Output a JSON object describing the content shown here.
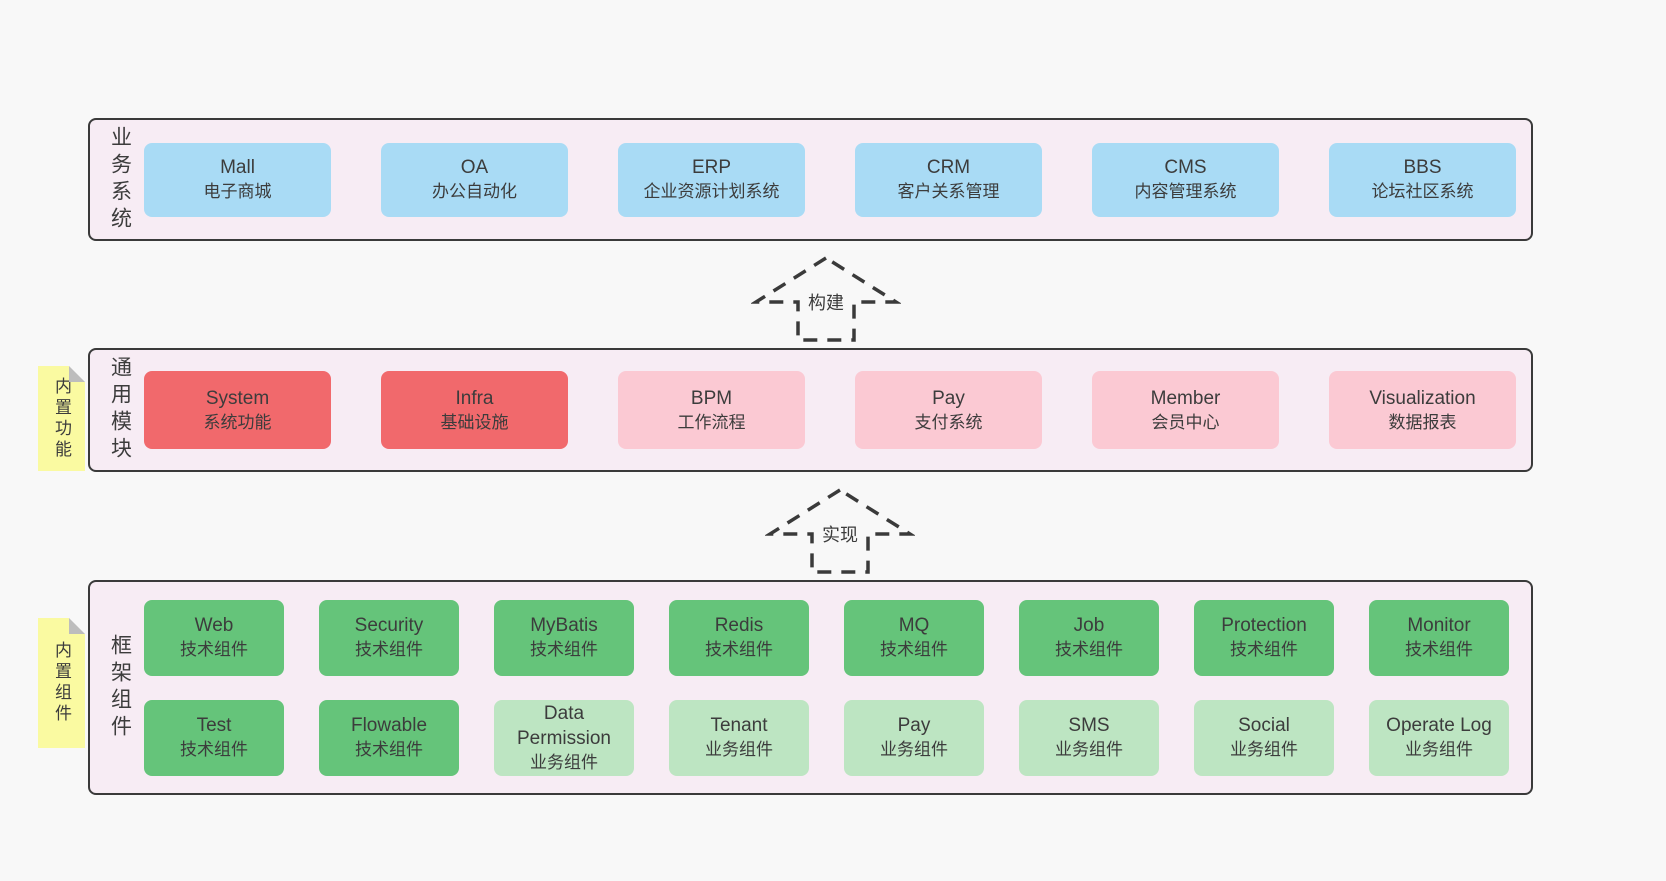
{
  "diagram_type": "layered-architecture",
  "colors": {
    "canvas_bg": "#f8f8f8",
    "band_bg": "#f7ecf4",
    "band_border": "#3a3a3a",
    "box_blue": "#a9dbf5",
    "box_red": "#f1696c",
    "box_pink": "#fbc9d3",
    "box_green": "#65c47a",
    "box_lightgreen": "#bde5c2",
    "sticky_yellow": "#fafaa1",
    "sticky_fold_gray": "#bdbdbd",
    "text": "#3c3c3c"
  },
  "bands": [
    {
      "label": "业务系统",
      "boxes": [
        {
          "name": "Mall",
          "subtitle": "电子商城"
        },
        {
          "name": "OA",
          "subtitle": "办公自动化"
        },
        {
          "name": "ERP",
          "subtitle": "企业资源计划系统"
        },
        {
          "name": "CRM",
          "subtitle": "客户关系管理"
        },
        {
          "name": "CMS",
          "subtitle": "内容管理系统"
        },
        {
          "name": "BBS",
          "subtitle": "论坛社区系统"
        }
      ]
    },
    {
      "label": "通用模块",
      "sticky": "内置功能",
      "boxes": [
        {
          "name": "System",
          "subtitle": "系统功能"
        },
        {
          "name": "Infra",
          "subtitle": "基础设施"
        },
        {
          "name": "BPM",
          "subtitle": "工作流程"
        },
        {
          "name": "Pay",
          "subtitle": "支付系统"
        },
        {
          "name": "Member",
          "subtitle": "会员中心"
        },
        {
          "name": "Visualization",
          "subtitle": "数据报表"
        }
      ]
    },
    {
      "label": "框架组件",
      "sticky": "内置组件",
      "rows": [
        [
          {
            "name": "Web",
            "subtitle": "技术组件"
          },
          {
            "name": "Security",
            "subtitle": "技术组件"
          },
          {
            "name": "MyBatis",
            "subtitle": "技术组件"
          },
          {
            "name": "Redis",
            "subtitle": "技术组件"
          },
          {
            "name": "MQ",
            "subtitle": "技术组件"
          },
          {
            "name": "Job",
            "subtitle": "技术组件"
          },
          {
            "name": "Protection",
            "subtitle": "技术组件"
          },
          {
            "name": "Monitor",
            "subtitle": "技术组件"
          }
        ],
        [
          {
            "name": "Test",
            "subtitle": "技术组件"
          },
          {
            "name": "Flowable",
            "subtitle": "技术组件"
          },
          {
            "name": "Data Permission",
            "subtitle": "业务组件"
          },
          {
            "name": "Tenant",
            "subtitle": "业务组件"
          },
          {
            "name": "Pay",
            "subtitle": "业务组件"
          },
          {
            "name": "SMS",
            "subtitle": "业务组件"
          },
          {
            "name": "Social",
            "subtitle": "业务组件"
          },
          {
            "name": "Operate Log",
            "subtitle": "业务组件"
          }
        ]
      ]
    }
  ],
  "arrows": [
    {
      "label": "构建"
    },
    {
      "label": "实现"
    }
  ]
}
